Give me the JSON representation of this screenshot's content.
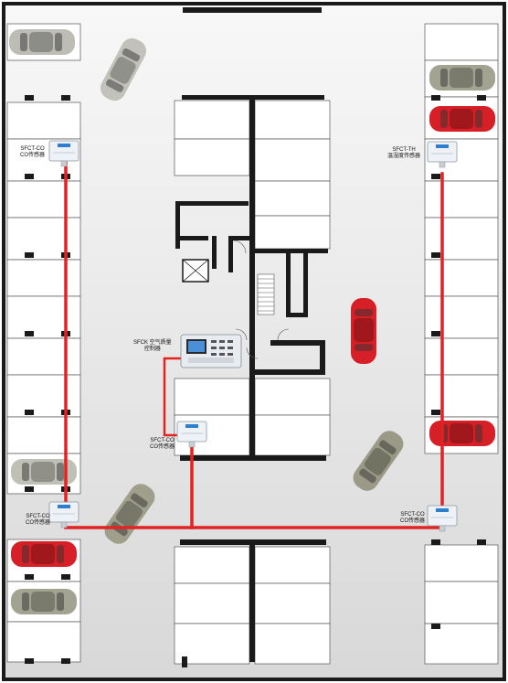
{
  "colors": {
    "wall": "#1a1a1a",
    "floor_top": "#f7f7f7",
    "floor_bottom": "#d9d9d9",
    "cable": "#e32222",
    "sensor_body": "#e9eef3",
    "sensor_screen": "#2f7fd1",
    "car_red": "#d61f26",
    "car_silver": "#b8b8b0",
    "car_grey": "#9a9a86"
  },
  "devices": [
    {
      "id": "co_left_top",
      "model": "SFCT-CO",
      "type": "CO传感器"
    },
    {
      "id": "th_right_top",
      "model": "SFCT-TH",
      "type": "温湿度传感器"
    },
    {
      "id": "controller",
      "model": "SFCK 空气质量",
      "type": "控制器"
    },
    {
      "id": "co_center",
      "model": "SFCT-CO",
      "type": "CO传感器"
    },
    {
      "id": "co_left_bottom",
      "model": "SFCT-CO",
      "type": "CO传感器"
    },
    {
      "id": "co_right_bottom",
      "model": "SFCT-CO",
      "type": "CO传感器"
    }
  ],
  "cars": [
    {
      "id": "car_l1",
      "color": "silver",
      "orientation": "horizontal"
    },
    {
      "id": "car_l2",
      "color": "silver",
      "orientation": "diagonal"
    },
    {
      "id": "car_r1",
      "color": "grey",
      "orientation": "horizontal"
    },
    {
      "id": "car_r2",
      "color": "red",
      "orientation": "horizontal"
    },
    {
      "id": "car_c1",
      "color": "red",
      "orientation": "vertical"
    },
    {
      "id": "car_c2",
      "color": "grey",
      "orientation": "diagonal"
    },
    {
      "id": "car_r3",
      "color": "red",
      "orientation": "horizontal"
    },
    {
      "id": "car_l3",
      "color": "silver",
      "orientation": "horizontal"
    },
    {
      "id": "car_l4",
      "color": "grey",
      "orientation": "diagonal"
    },
    {
      "id": "car_l5",
      "color": "red",
      "orientation": "horizontal"
    },
    {
      "id": "car_l6",
      "color": "grey",
      "orientation": "horizontal"
    }
  ]
}
